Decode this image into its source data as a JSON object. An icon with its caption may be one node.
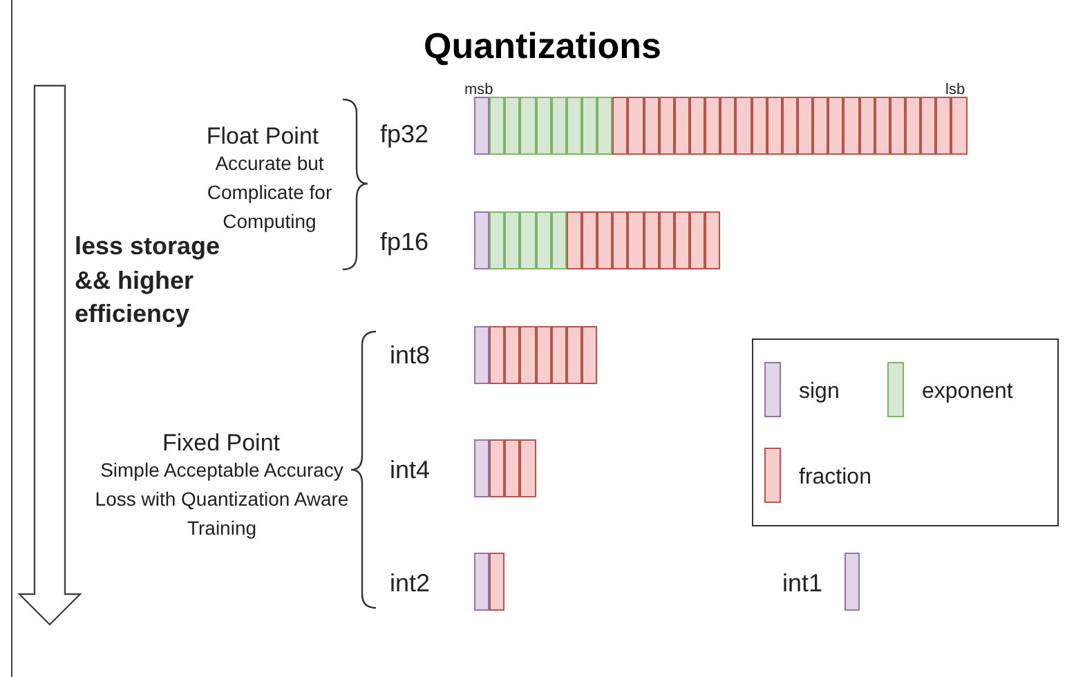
{
  "diagram": {
    "title": "Quantizations",
    "nodes": [
      {
        "text": [],
        "shape": "bar",
        "beside": [
          "fp32"
        ]
      },
      {
        "text": [],
        "shape": "bar",
        "beside": [
          "fp16"
        ]
      },
      {
        "text": [],
        "shape": "bar",
        "beside": [
          "int8"
        ]
      },
      {
        "text": [],
        "shape": "bar",
        "beside": [
          "int4"
        ]
      },
      {
        "text": [],
        "shape": "bar",
        "beside": [
          "int2"
        ]
      },
      {
        "text": [],
        "shape": "bar",
        "beside": [
          "int1"
        ]
      }
    ],
    "edges": [],
    "labels": [
      "msb",
      "lsb",
      "Float Point",
      "Accurate but Complicate for Computing",
      "less storage && higher efficiency",
      "Fixed Point",
      "Simple Acceptable Accuracy Loss with Quantization Aware Training"
    ],
    "legend": [
      {
        "text": "sign",
        "color": "#e1d5e7"
      },
      {
        "text": "exponent",
        "color": "#d5e8d4"
      },
      {
        "text": "fraction",
        "color": "#f8cecc"
      }
    ]
  }
}
